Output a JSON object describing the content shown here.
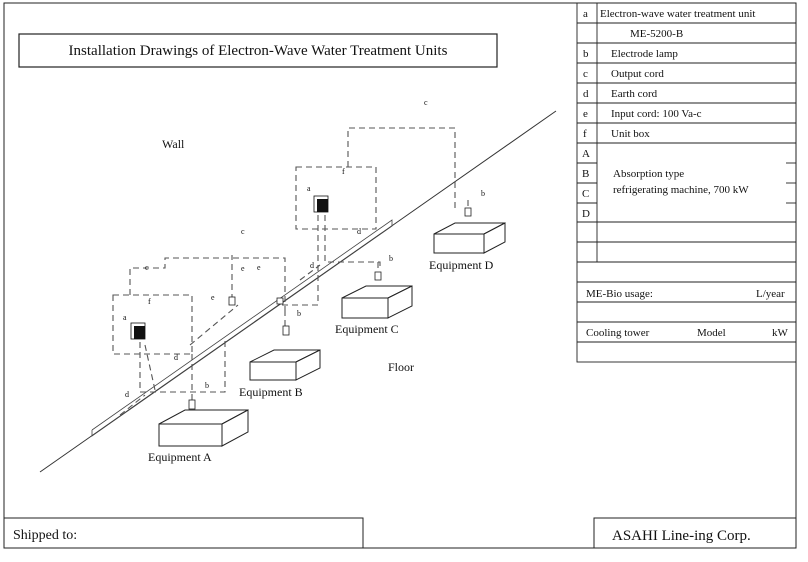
{
  "title": "Installation Drawings of Electron-Wave Water Treatment Units",
  "labels": {
    "wall": "Wall",
    "floor": "Floor",
    "equipment_a": "Equipment A",
    "equipment_b": "Equipment B",
    "equipment_c": "Equipment C",
    "equipment_d": "Equipment D"
  },
  "callouts": {
    "a": "a",
    "b": "b",
    "c": "c",
    "d": "d",
    "e": "e",
    "f": "f"
  },
  "legend": {
    "rows": [
      {
        "key": "a",
        "text": "Electron-wave water treatment unit"
      },
      {
        "key": "",
        "text": "ME-5200-B"
      },
      {
        "key": "b",
        "text": "Electrode lamp"
      },
      {
        "key": "c",
        "text": "Output cord"
      },
      {
        "key": "d",
        "text": "Earth cord"
      },
      {
        "key": "e",
        "text": "Input cord: 100 Va-c"
      },
      {
        "key": "f",
        "text": "Unit box"
      }
    ],
    "equipment_keys": [
      "A",
      "B",
      "C",
      "D"
    ],
    "equipment_desc_line1": "Absorption type",
    "equipment_desc_line2": "refrigerating machine, 700 kW",
    "usage_label": "ME-Bio usage:",
    "usage_unit": "L/year",
    "cooling_tower_label": "Cooling tower",
    "model_label": "Model",
    "kw_label": "kW"
  },
  "footer": {
    "shipped_to": "Shipped to:",
    "company": "ASAHI Line-ing Corp."
  }
}
